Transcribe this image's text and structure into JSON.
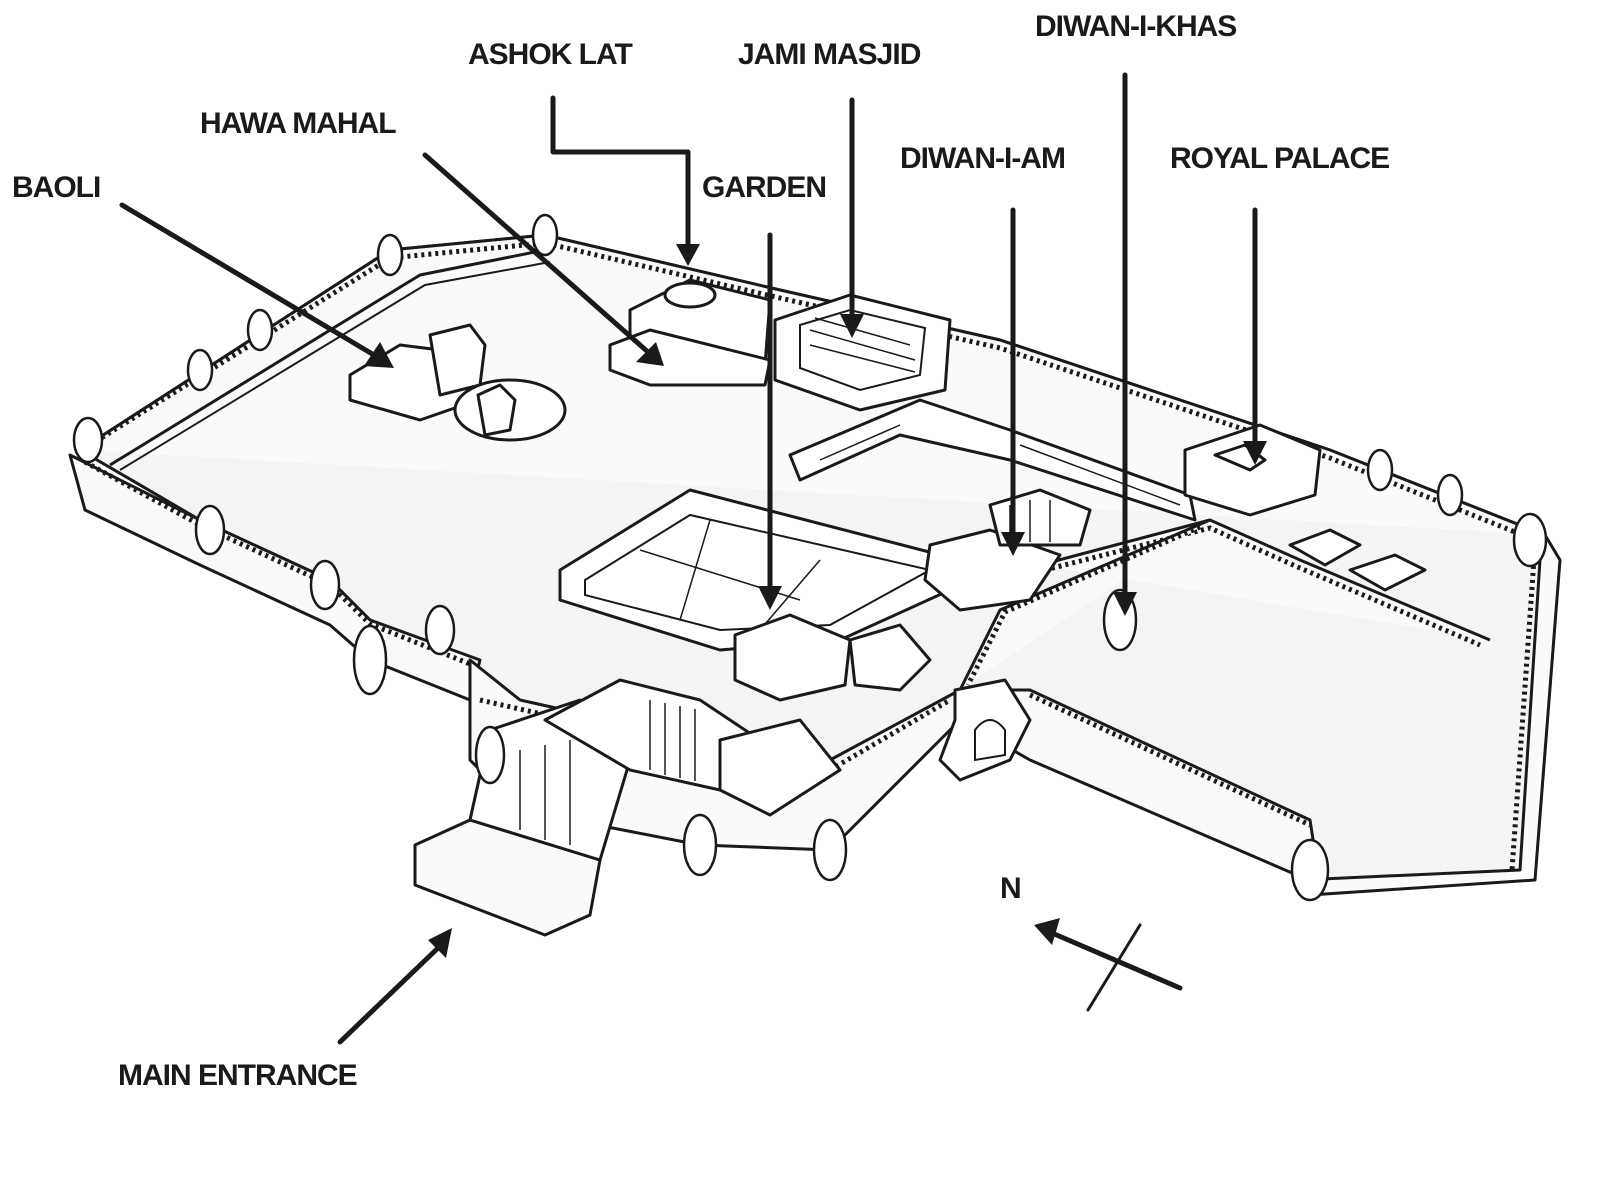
{
  "labels": {
    "ashok_lat": "ASHOK LAT",
    "jami_masjid": "JAMI MASJID",
    "diwan_i_khas": "DIWAN-I-KHAS",
    "hawa_mahal": "HAWA MAHAL",
    "garden": "GARDEN",
    "diwan_i_am": "DIWAN-I-AM",
    "royal_palace": "ROYAL PALACE",
    "baoli": "BAOLI",
    "main_entrance": "MAIN ENTRANCE",
    "north": "N"
  },
  "colors": {
    "ink": "#1a1a1a",
    "paper": "#ffffff"
  }
}
